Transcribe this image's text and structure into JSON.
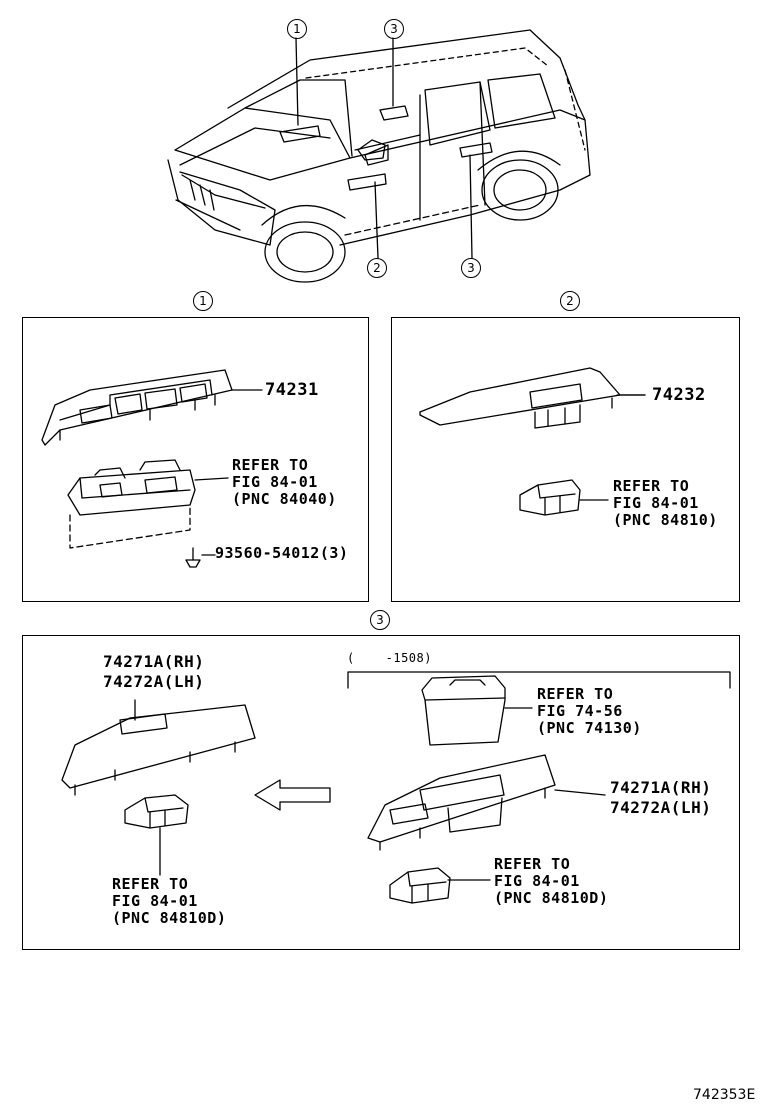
{
  "markers": {
    "car_1": "1",
    "car_2": "2",
    "car_3_top": "3",
    "car_3_bottom": "3",
    "panel1": "1",
    "panel2": "2",
    "panel3": "3"
  },
  "panel1": {
    "part_bezel": "74231",
    "refer_switch": "REFER TO\nFIG 84-01\n(PNC 84040)",
    "screw": "93560-54012(3)"
  },
  "panel2": {
    "part_bezel": "74232",
    "refer_switch": "REFER TO\nFIG 84-01\n(PNC 84810)"
  },
  "panel3": {
    "left_part": "74271A(RH)\n74272A(LH)",
    "left_refer": "REFER TO\nFIG 84-01\n(PNC 84810D)",
    "date_range": "(    -1508)",
    "cup_refer": "REFER TO\nFIG 74-56\n(PNC 74130)",
    "right_part": "74271A(RH)\n74272A(LH)",
    "right_refer": "REFER TO\nFIG 84-01\n(PNC 84810D)"
  },
  "figure_number": "742353E"
}
